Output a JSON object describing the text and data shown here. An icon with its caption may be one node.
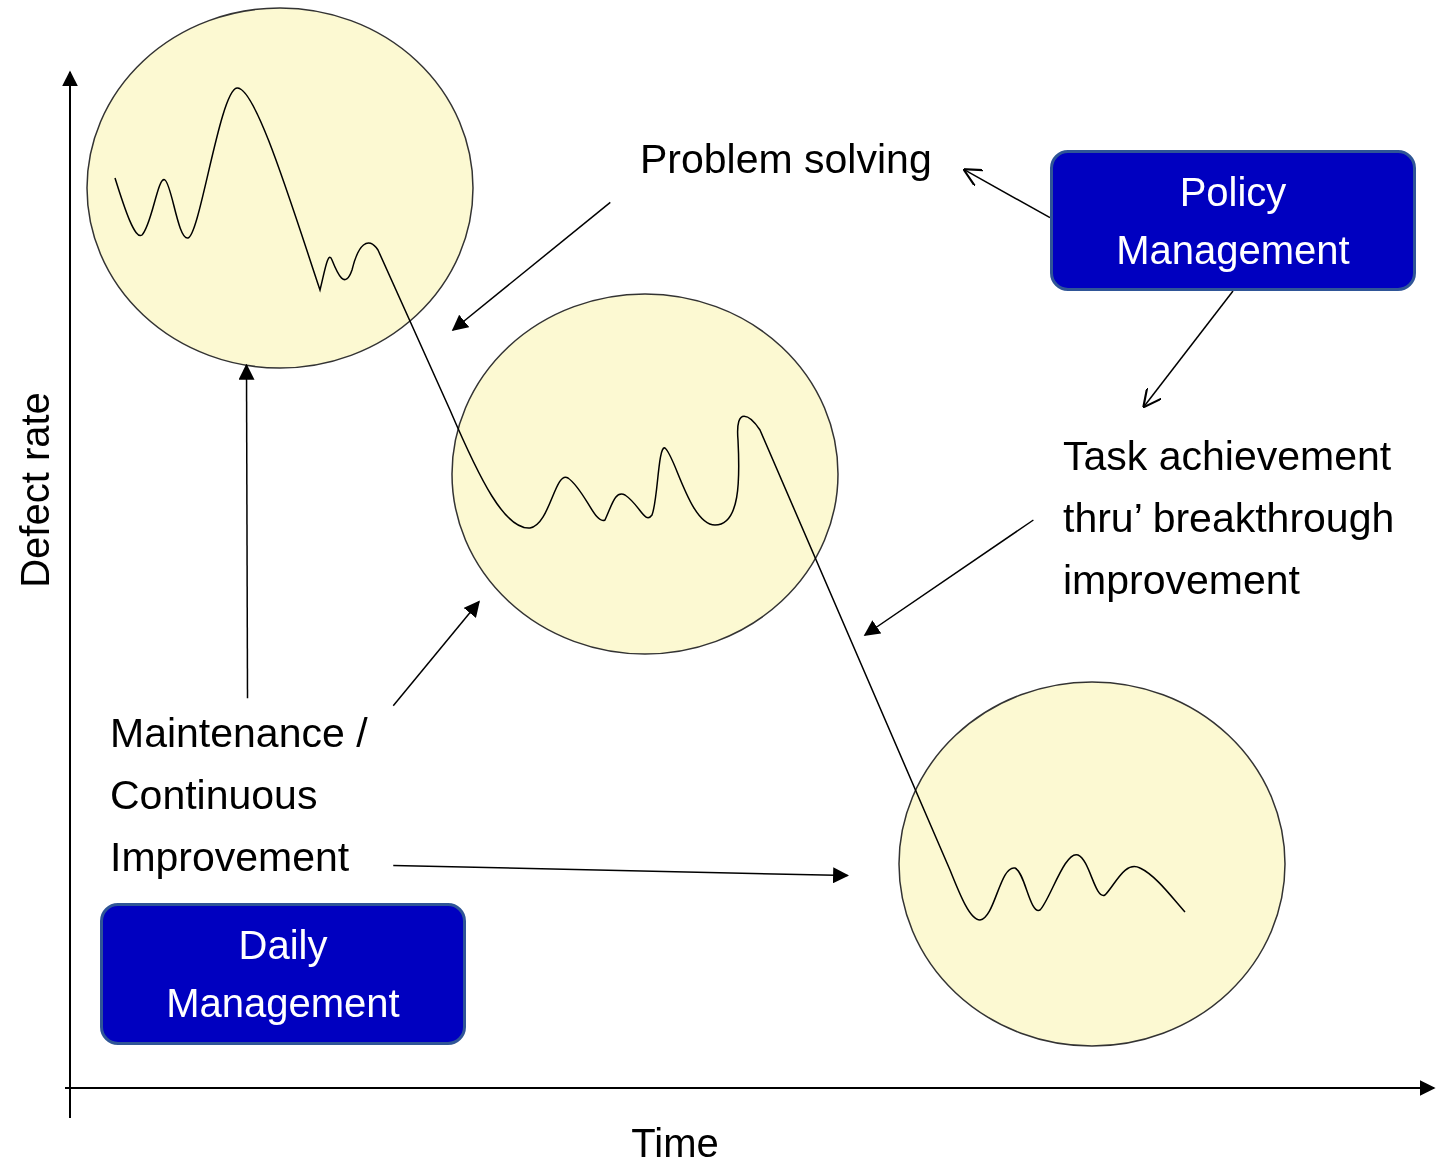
{
  "diagram": {
    "nodes": [
      {
        "text": [],
        "shape": "circle"
      },
      {
        "text": [],
        "shape": "circle"
      },
      {
        "text": [],
        "shape": "circle"
      },
      {
        "text": [
          "Problem solving"
        ]
      },
      {
        "text": [
          "Policy Management"
        ]
      },
      {
        "text": [
          "Task achievement thru’ breakthrough improvement"
        ]
      },
      {
        "text": [
          "Maintenance / Continuous Improvement"
        ]
      },
      {
        "text": [
          "Daily Management"
        ]
      }
    ],
    "edges": [
      {
        "from": 3,
        "to": null,
        "arrow": "to"
      },
      {
        "from": 4,
        "to": 3,
        "arrow": "to"
      },
      {
        "from": 4,
        "to": 5,
        "arrow": "to"
      },
      {
        "from": 5,
        "to": null,
        "arrow": "to"
      },
      {
        "from": 6,
        "to": 0,
        "arrow": "to"
      },
      {
        "from": 6,
        "to": 1,
        "arrow": "to"
      },
      {
        "from": 6,
        "to": 2,
        "arrow": "to"
      }
    ],
    "labels": [
      "Defect rate",
      "Time"
    ]
  }
}
